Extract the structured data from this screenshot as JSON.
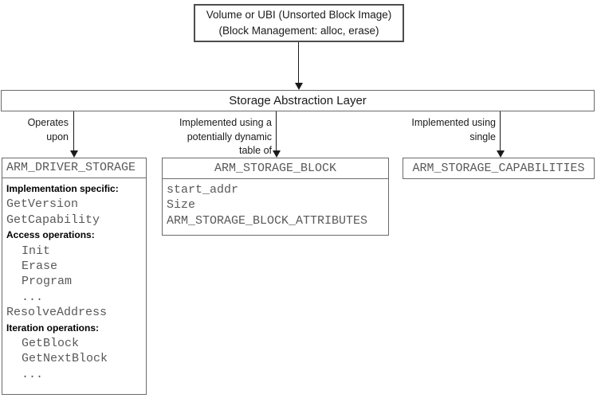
{
  "top_box": {
    "line1": "Volume or UBI (Unsorted Block Image)",
    "line2": "(Block Management: alloc, erase)"
  },
  "abstraction_layer": {
    "title": "Storage Abstraction Layer"
  },
  "edges": {
    "operates": {
      "line1": "Operates",
      "line2": "upon"
    },
    "table": {
      "line1": "Implemented using a",
      "line2": "potentially dynamic",
      "line3": "table of"
    },
    "single": {
      "line1": "Implemented using",
      "line2": "single"
    }
  },
  "driver_storage": {
    "title": "ARM_DRIVER_STORAGE",
    "items": [
      {
        "text": "Implementation specific:",
        "kind": "heading"
      },
      {
        "text": "GetVersion",
        "kind": "code"
      },
      {
        "text": "GetCapability",
        "kind": "code"
      },
      {
        "text": "Access operations:",
        "kind": "heading"
      },
      {
        "text": "Init",
        "kind": "code-indent"
      },
      {
        "text": "Erase",
        "kind": "code-indent"
      },
      {
        "text": "Program",
        "kind": "code-indent"
      },
      {
        "text": "...",
        "kind": "code-indent"
      },
      {
        "text": "ResolveAddress",
        "kind": "code"
      },
      {
        "text": "Iteration operations:",
        "kind": "heading"
      },
      {
        "text": "GetBlock",
        "kind": "code-indent"
      },
      {
        "text": "GetNextBlock",
        "kind": "code-indent"
      },
      {
        "text": "...",
        "kind": "code-indent"
      }
    ]
  },
  "storage_block": {
    "title": "ARM_STORAGE_BLOCK",
    "fields": [
      "start_addr",
      "Size",
      "ARM_STORAGE_BLOCK_ATTRIBUTES"
    ]
  },
  "capabilities": {
    "title": "ARM_STORAGE_CAPABILITIES"
  },
  "colors": {
    "border": "#6b6b6b",
    "top_box_border": "#4d4d4d",
    "arrow": "#1a1a1a",
    "code_text": "#595959",
    "heading_text": "#000000",
    "background": "#ffffff"
  }
}
